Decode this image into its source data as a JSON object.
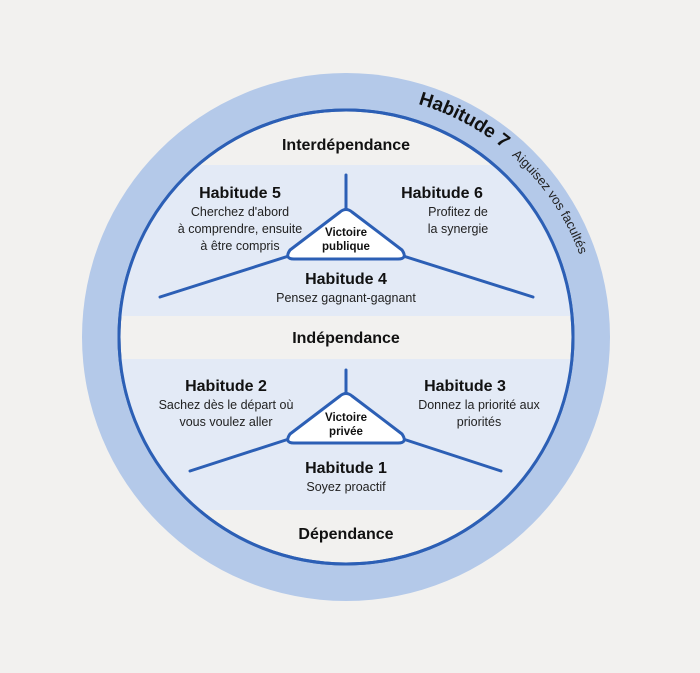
{
  "colors": {
    "background": "#f2f1ef",
    "ring": "#b4c9e9",
    "line": "#2c5fb5",
    "band": "#e3eaf6",
    "white": "#ffffff",
    "text": "#111111"
  },
  "outer_habit": {
    "title": "Habitude 7",
    "subtitle": "Aiguisez vos facultés"
  },
  "levels": {
    "interdependence": "Interdépendance",
    "independence": "Indépendance",
    "dependence": "Dépendance"
  },
  "public_victory": {
    "label_line1": "Victoire",
    "label_line2": "publique",
    "habits": [
      {
        "title": "Habitude 5",
        "lines": [
          "Cherchez d'abord",
          "à comprendre, ensuite",
          "à être compris"
        ]
      },
      {
        "title": "Habitude 6",
        "lines": [
          "Profitez de",
          "la synergie"
        ]
      },
      {
        "title": "Habitude 4",
        "lines": [
          "Pensez gagnant-gagnant"
        ]
      }
    ]
  },
  "private_victory": {
    "label_line1": "Victoire",
    "label_line2": "privée",
    "habits": [
      {
        "title": "Habitude 2",
        "lines": [
          "Sachez dès le départ où",
          "vous voulez aller"
        ]
      },
      {
        "title": "Habitude 3",
        "lines": [
          "Donnez la priorité aux",
          "priorités"
        ]
      },
      {
        "title": "Habitude 1",
        "lines": [
          "Soyez proactif"
        ]
      }
    ]
  }
}
